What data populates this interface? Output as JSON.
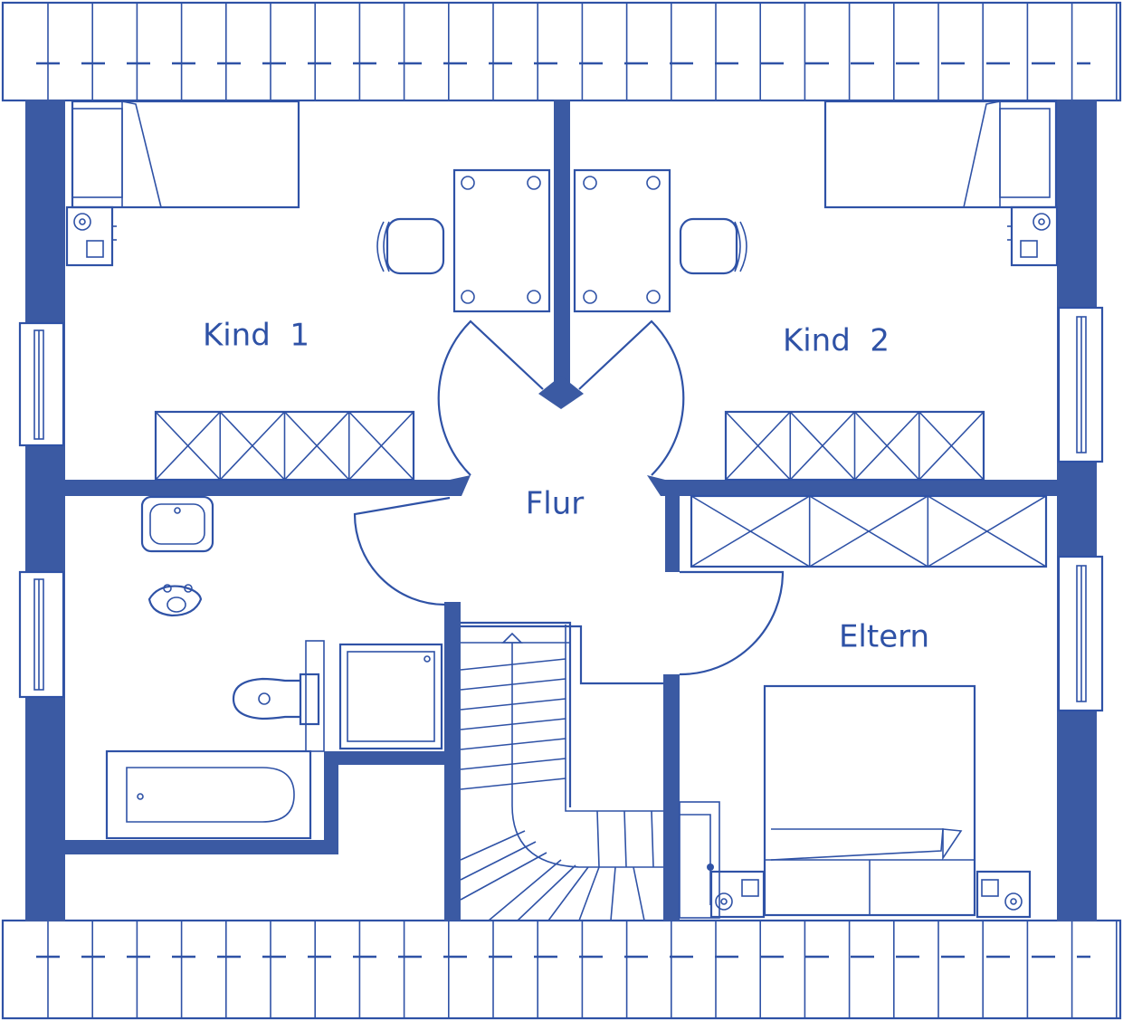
{
  "colors": {
    "wall": "#3b5aa3",
    "line": "#2f52a6",
    "background": "#ffffff"
  },
  "rooms": {
    "kind1": "Kind  1",
    "kind2": "Kind  2",
    "flur": "Flur",
    "eltern": "Eltern"
  }
}
